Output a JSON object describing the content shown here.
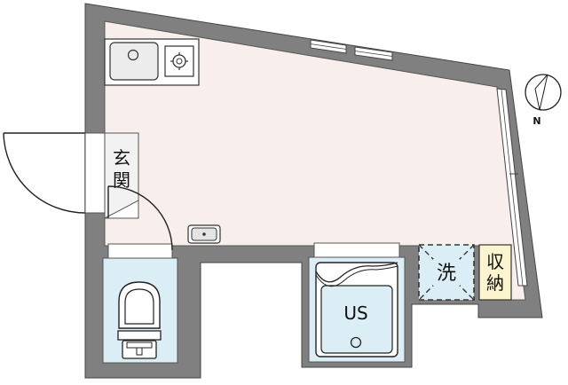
{
  "labels": {
    "entrance": "玄関",
    "entrance_top": "玄",
    "entrance_bottom": "関",
    "unit_bath": "US",
    "washer_space": "洗",
    "storage": "収納",
    "storage_top": "収",
    "storage_bottom": "納",
    "compass": "N"
  },
  "colors": {
    "wall": "#808080",
    "main_room_floor": "#f8eeec",
    "wet_area_floor": "#dceef5",
    "storage_floor": "#fbf4cf",
    "window": "#ffffff",
    "line": "#222222"
  }
}
